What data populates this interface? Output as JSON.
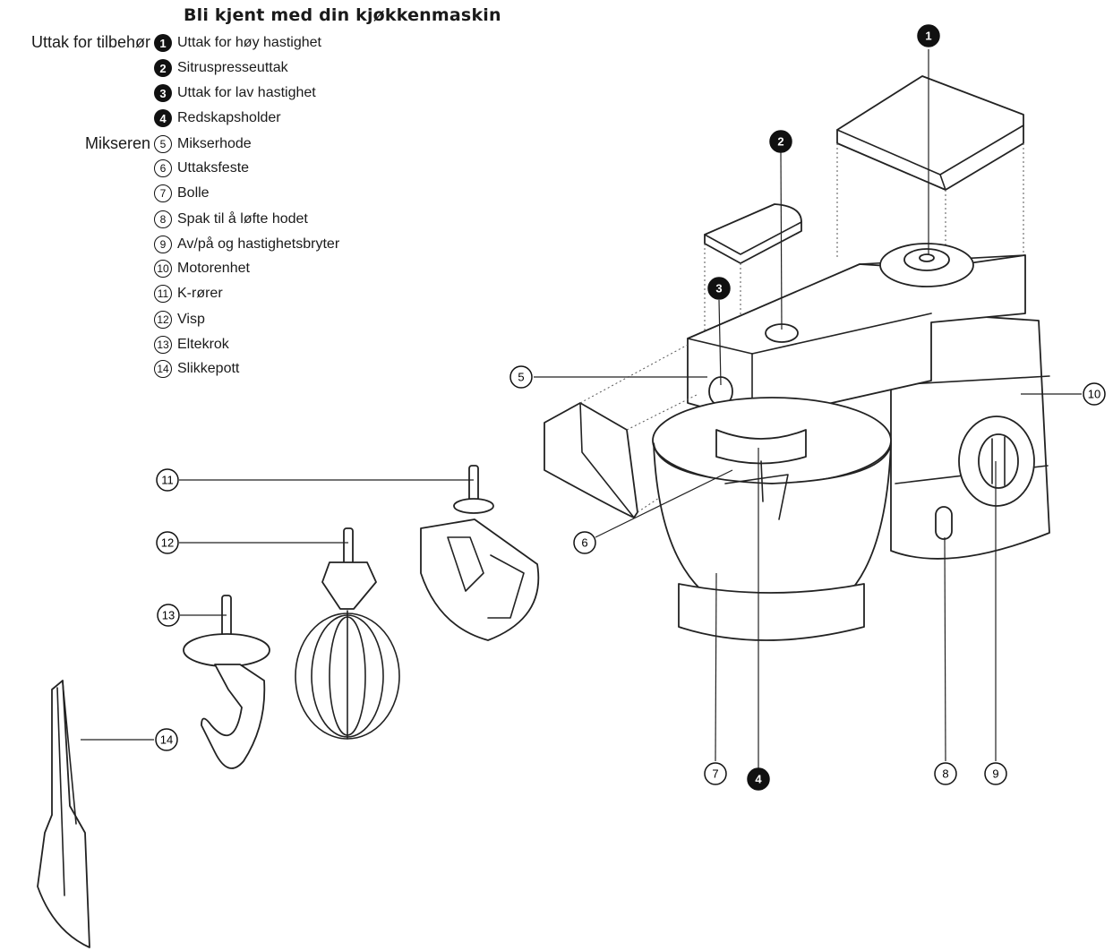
{
  "title": "Bli kjent med din kjøkkenmaskin",
  "groups": {
    "attachments": "Uttak for tilbehør",
    "mixer": "Mikseren"
  },
  "parts": [
    {
      "number": "1",
      "label": "Uttak for høy hastighet",
      "style": "filled"
    },
    {
      "number": "2",
      "label": "Sitruspresseuttak",
      "style": "filled"
    },
    {
      "number": "3",
      "label": "Uttak for lav hastighet",
      "style": "filled"
    },
    {
      "number": "4",
      "label": "Redskapsholder",
      "style": "filled"
    },
    {
      "number": "5",
      "label": "Mikserhode",
      "style": "outline"
    },
    {
      "number": "6",
      "label": "Uttaksfeste",
      "style": "outline"
    },
    {
      "number": "7",
      "label": "Bolle",
      "style": "outline"
    },
    {
      "number": "8",
      "label": "Spak til å løfte hodet",
      "style": "outline"
    },
    {
      "number": "9",
      "label": "Av/på og hastighetsbryter",
      "style": "outline"
    },
    {
      "number": "10",
      "label": "Motorenhet",
      "style": "outline"
    },
    {
      "number": "11",
      "label": "K-rører",
      "style": "outline"
    },
    {
      "number": "12",
      "label": "Visp",
      "style": "outline"
    },
    {
      "number": "13",
      "label": "Eltekrok",
      "style": "outline"
    },
    {
      "number": "14",
      "label": "Slikkepott",
      "style": "outline"
    }
  ],
  "callouts": {
    "c1": "1",
    "c2": "2",
    "c3": "3",
    "c4": "4",
    "c5": "5",
    "c6": "6",
    "c7": "7",
    "c8": "8",
    "c9": "9",
    "c10": "10",
    "c11": "11",
    "c12": "12",
    "c13": "13",
    "c14": "14"
  }
}
